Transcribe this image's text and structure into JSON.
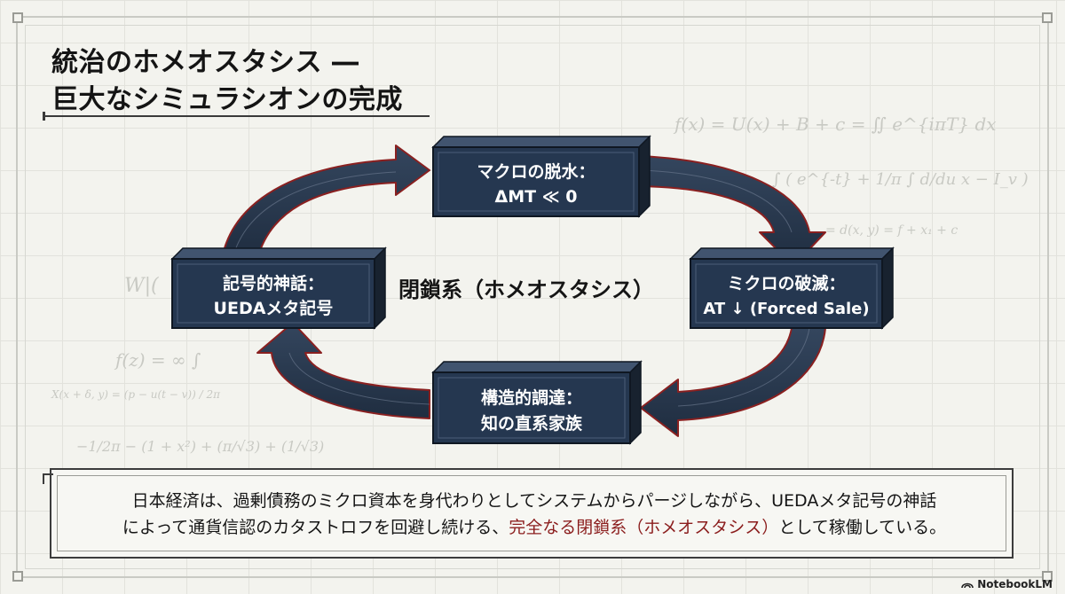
{
  "title": {
    "line1": "統治のホメオスタシス ―",
    "line2": "巨大なシミュラシオンの完成"
  },
  "diagram": {
    "center_label": "閉鎖系（ホメオスタシス）",
    "nodes": {
      "top": {
        "line1": "マクロの脱水：",
        "line2": "ΔMT ≪ 0"
      },
      "right": {
        "line1": "ミクロの破滅：",
        "line2": "AT ↓ (Forced Sale)"
      },
      "bottom": {
        "line1": "構造的調達：",
        "line2": "知の直系家族"
      },
      "left": {
        "line1": "記号的神話：",
        "line2": "UEDAメタ記号"
      }
    }
  },
  "caption": {
    "line1": "日本経済は、過剰債務のミクロ資本を身代わりとしてシステムからパージしながら、UEDAメタ記号の神話",
    "line2_prefix": "によって通貨信認のカタストロフを回避し続ける、",
    "line2_highlight": "完全なる閉鎖系（ホメオスタシス）",
    "line2_suffix": "として稼働している。"
  },
  "background_formulas": [
    "f(x) = U(x) + B + c = ∬ e^{iπT} dx",
    "∫ ( e^{-t} + 1/π ∫ d/du  x − I_v )",
    "= d(x, y) = f + x₁ + c",
    "W|(",
    "f(z) = ∞ ∫",
    "X(x + δ, y) = (p − u(t − v)) / 2π",
    "−1/2π − (1 + x²) + (π/√3) + (1/√3)"
  ],
  "brand": "NotebookLM",
  "colors": {
    "box_fill": "#253750",
    "box_top": "#3c4f6a",
    "box_side": "#1a2638",
    "arrow_fill": "#263649",
    "arrow_outline": "#8a2020",
    "highlight": "#8b1d1d"
  }
}
